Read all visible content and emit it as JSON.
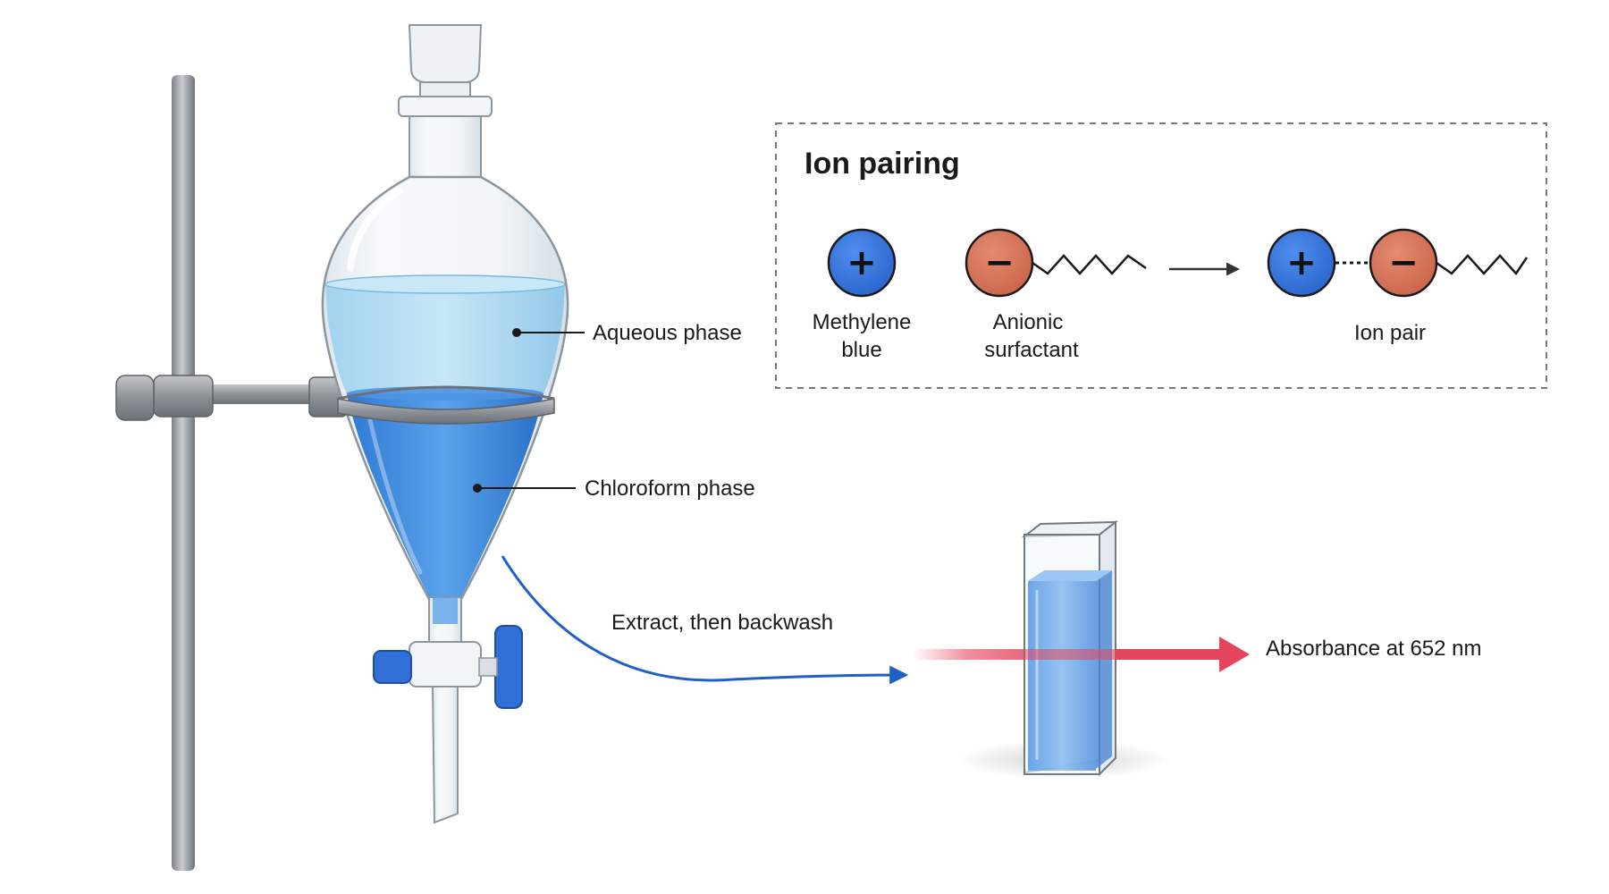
{
  "colors": {
    "accent_blue": "#2f6fd6",
    "surfactant_orange": "#d9745a",
    "beam_red": "#e5455d",
    "aqueous_blue": "#a9d8f0",
    "chloroform_blue": "#3f8ee0",
    "steel_gray": "#9aa0a6"
  },
  "apparatus": {
    "aqueous_label": "Aqueous phase",
    "chloroform_label": "Chloroform phase",
    "transfer_label": "Extract, then backwash"
  },
  "ion_pairing": {
    "title": "Ion pairing",
    "plus_symbol": "+",
    "minus_symbol": "−",
    "methylene_blue_line1": "Methylene",
    "methylene_blue_line2": "blue",
    "surfactant_line1": "Anionic",
    "surfactant_line2": "surfactant",
    "ion_pair_label": "Ion pair"
  },
  "measurement": {
    "absorbance_label": "Absorbance at 652 nm"
  }
}
